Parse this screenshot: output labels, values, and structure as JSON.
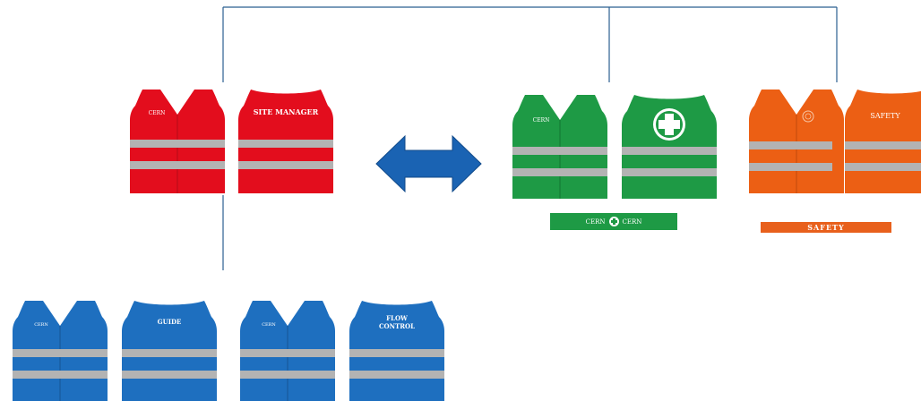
{
  "colors": {
    "red": "#e30d1d",
    "red_dark": "#b50a16",
    "green": "#1e9a45",
    "green_dark": "#137531",
    "orange": "#ec5f14",
    "orange_dark": "#c24a0c",
    "blue": "#1e6fbf",
    "blue_dark": "#155596",
    "stripe": "#b3b3b3",
    "connector": "#2b5f91",
    "arrow": "#1a63b3"
  },
  "vests": {
    "red_front_label": "CERN",
    "red_back_label": "SITE MANAGER",
    "green_front_label": "CERN",
    "green_back_symbol": "first-aid-cross-icon",
    "orange_front_symbol": "safety-emblem-icon",
    "orange_back_label": "SAFETY",
    "blue1_front_label": "CERN",
    "blue1_back_label": "GUIDE",
    "blue2_front_label": "CERN",
    "blue2_back_line1": "FLOW",
    "blue2_back_line2": "CONTROL"
  },
  "armbands": {
    "first_aid_left": "CERN",
    "first_aid_right": "CERN",
    "safety": "SAFETY"
  }
}
